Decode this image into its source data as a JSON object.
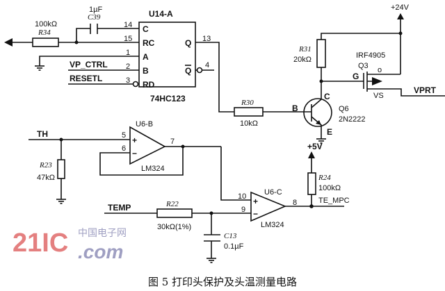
{
  "caption": "图 5  打印头保护及头温测量电路",
  "watermark": {
    "brand": "21IC",
    "domain": ".com",
    "cn": "中国电子网"
  },
  "u14": {
    "name": "U14-A",
    "part": "74HC123",
    "pins": {
      "c": "C",
      "rc": "RC",
      "a": "A",
      "b": "B",
      "rd": "RD",
      "q": "Q",
      "qbar": "Q"
    },
    "pin_numbers": {
      "c": "14",
      "rc": "15",
      "a": "1",
      "b": "2",
      "rd": "3",
      "q": "13",
      "qbar": "4"
    }
  },
  "r34": {
    "ref": "R34",
    "value": "100kΩ"
  },
  "c39": {
    "ref": "C39",
    "value": "1µF"
  },
  "signals": {
    "vp_ctrl": "VP_CTRL",
    "resetl": "RESETL",
    "th": "TH",
    "temp": "TEMP",
    "te_mpc": "TE_MPC",
    "vprt": "VPRT"
  },
  "power": {
    "p24": "+24V",
    "p5": "+5V"
  },
  "r31": {
    "ref": "R31",
    "value": "20kΩ"
  },
  "r30": {
    "ref": "R30",
    "value": "10kΩ"
  },
  "q3": {
    "ref": "Q3",
    "part": "IRF4905",
    "g": "G",
    "vs": "VS",
    "o": "o"
  },
  "q6": {
    "ref": "Q6",
    "part": "2N2222",
    "b": "B",
    "c": "C",
    "e": "E"
  },
  "u6b": {
    "name": "U6-B",
    "part": "LM324",
    "pin_plus": "5",
    "pin_minus": "6",
    "pin_out": "7",
    "plus": "+",
    "minus": "−"
  },
  "u6c": {
    "name": "U6-C",
    "part": "LM324",
    "pin_plus": "10",
    "pin_minus": "9",
    "pin_out": "8",
    "plus": "+",
    "minus": "−"
  },
  "r23": {
    "ref": "R23",
    "value": "47kΩ"
  },
  "r22": {
    "ref": "R22",
    "value": "30kΩ(1%)"
  },
  "r24": {
    "ref": "R24",
    "value": "100kΩ"
  },
  "c13": {
    "ref": "C13",
    "value": "0.1µF"
  }
}
